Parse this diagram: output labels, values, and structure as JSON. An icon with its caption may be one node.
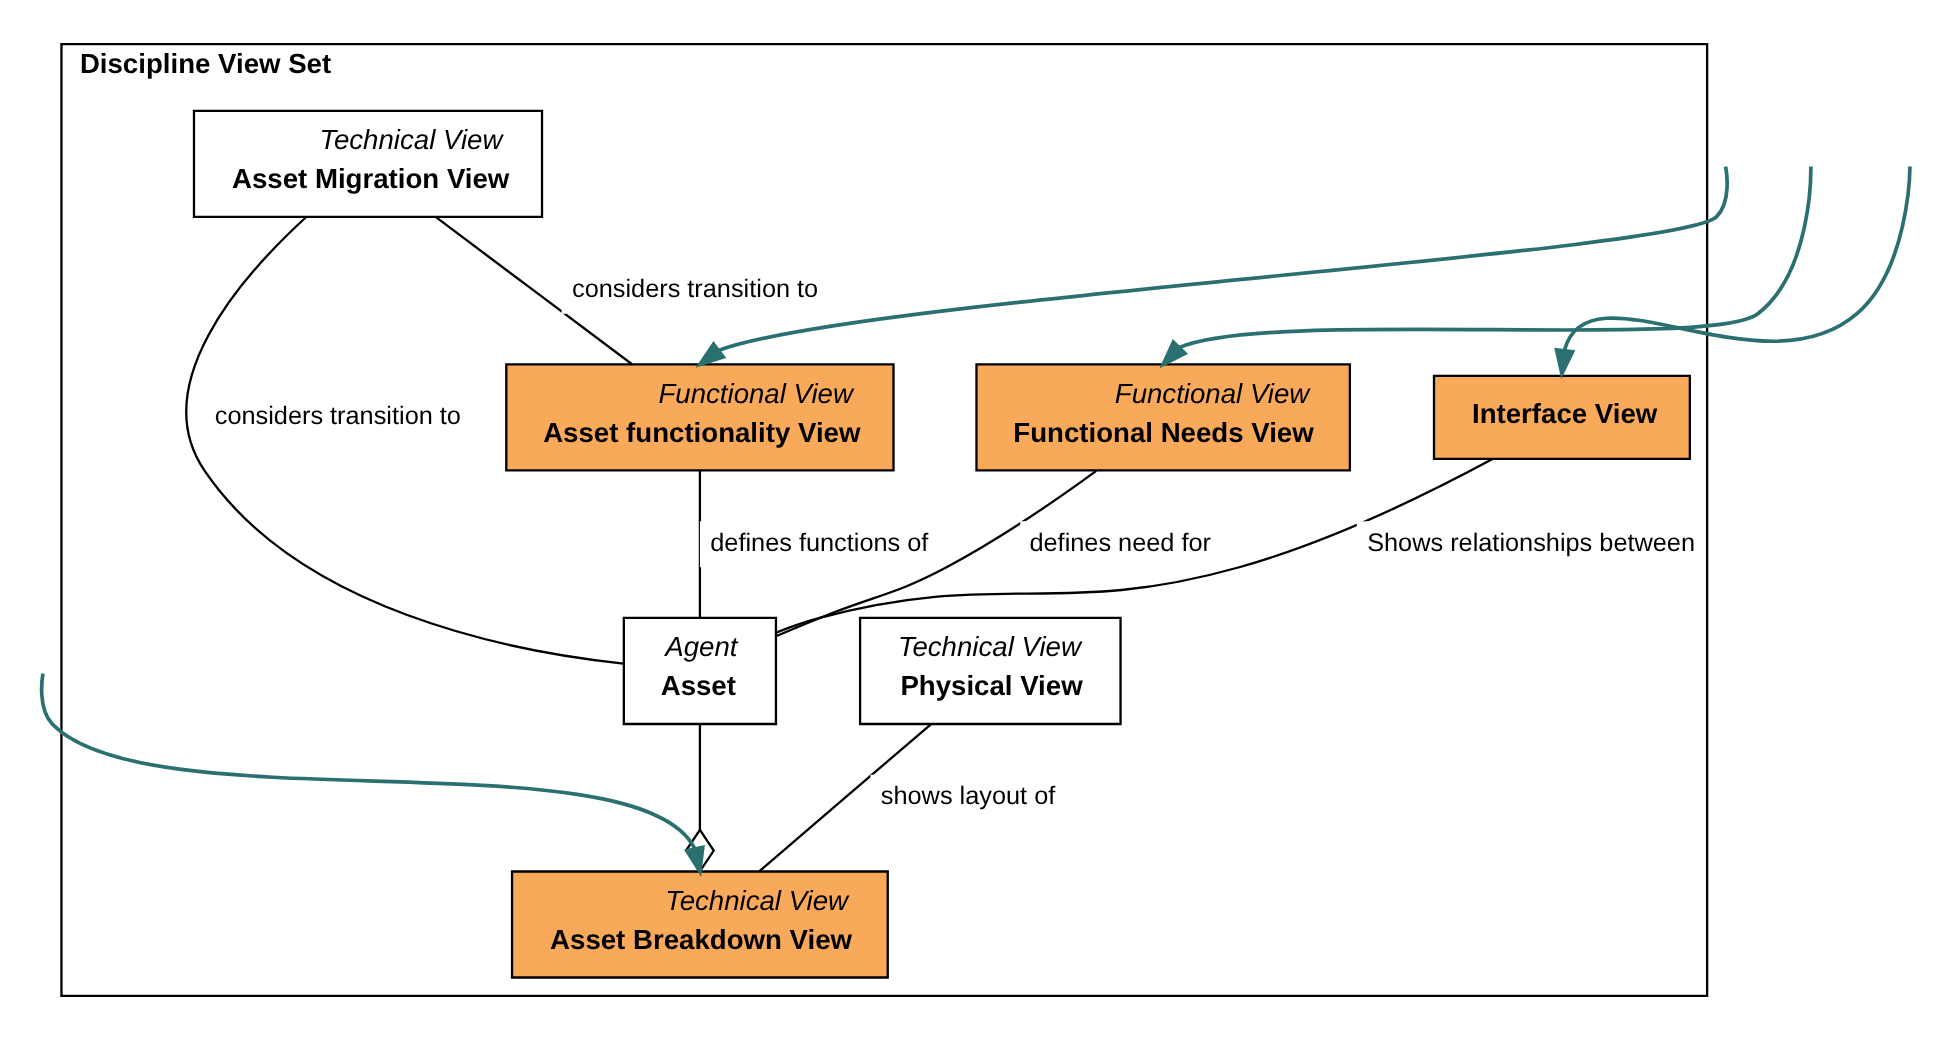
{
  "diagram": {
    "nodes": [
      {
        "text": [
          "Discipline View Set"
        ]
      },
      {
        "text": [
          "Functional View",
          "Functional Needs View"
        ],
        "in": 0
      },
      {
        "text": [
          "Technical View",
          "Asset Breakdown View"
        ],
        "in": 0
      },
      {
        "text": [
          "Agent",
          "Asset"
        ],
        "in": 0
      },
      {
        "text": [
          "Technical View",
          "Asset Migration View"
        ],
        "in": 0
      },
      {
        "text": [
          "Technical View",
          "Physical View"
        ],
        "in": 0
      },
      {
        "text": [
          "Interface View"
        ],
        "in": 0
      },
      {
        "text": [
          "Functional View",
          "Asset functionality View"
        ],
        "in": 0
      }
    ],
    "edges": [
      {
        "from": 1,
        "to": 3,
        "arrow": "none",
        "label": "defines need for"
      },
      {
        "from": 3,
        "to": 2,
        "arrow": "other"
      },
      {
        "from": 4,
        "to": 3,
        "arrow": "none",
        "label": "considers transition to"
      },
      {
        "from": 4,
        "to": 7,
        "arrow": "none",
        "label": "considers transition to"
      },
      {
        "from": 5,
        "to": 2,
        "arrow": "none",
        "label": "shows layout of"
      },
      {
        "from": 6,
        "to": 3,
        "arrow": "none",
        "label": "Shows relationships between"
      },
      {
        "from": 7,
        "to": 3,
        "arrow": "none",
        "label": "defines functions of"
      },
      {
        "from": null,
        "to": 1,
        "arrow": "to",
        "color": "#2a7070"
      },
      {
        "from": null,
        "to": 2,
        "arrow": "to",
        "color": "#2a7070"
      },
      {
        "from": null,
        "to": 6,
        "arrow": "to",
        "color": "#2a7070"
      },
      {
        "from": null,
        "to": 7,
        "arrow": "to",
        "color": "#2a7070"
      }
    ]
  }
}
